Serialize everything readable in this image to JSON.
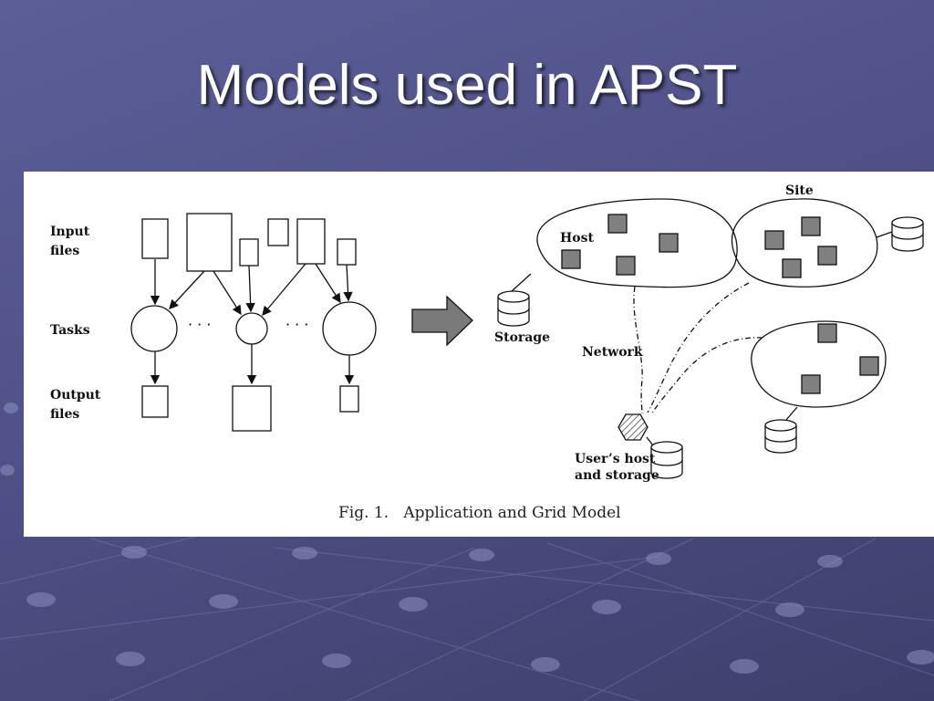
{
  "slide": {
    "title": "Models used in APST"
  },
  "figure": {
    "caption": "Fig. 1.   Application and Grid Model",
    "application_model": {
      "input_label_line1": "Input",
      "input_label_line2": "files",
      "tasks_label": "Tasks",
      "output_label_line1": "Output",
      "output_label_line2": "files",
      "ellipsis": "· · ·"
    },
    "grid_model": {
      "host_label": "Host",
      "site_label": "Site",
      "storage_label": "Storage",
      "network_label": "Network",
      "user_label_line1": "User’s host",
      "user_label_line2": "and storage"
    }
  },
  "colors": {
    "background": "#4f5187",
    "title_text": "#ffffff",
    "host_fill": "#808080",
    "arrow_fill": "#7a7a7a"
  }
}
